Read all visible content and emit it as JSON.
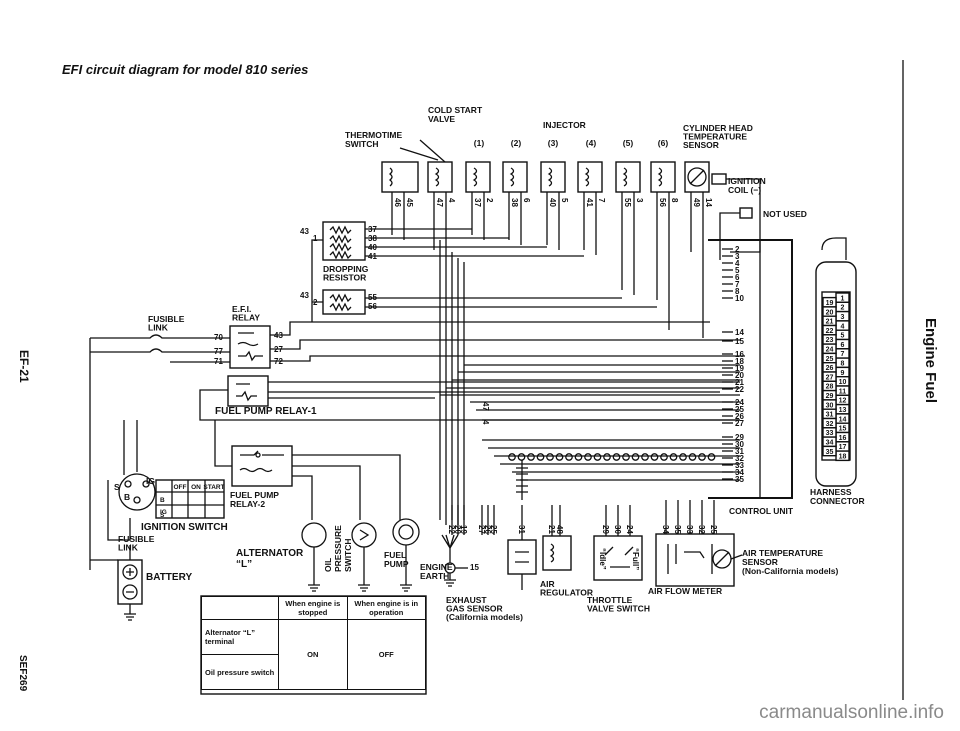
{
  "header": {
    "title": "EFI circuit diagram for model 810 series"
  },
  "side": {
    "page_tag": "EF-21",
    "section": "Engine Fuel",
    "figure_code": "SEF269"
  },
  "components": {
    "cold_start_valve": "COLD START\nVALVE",
    "thermotime_switch": "THERMOTIME\nSWITCH",
    "injector": "INJECTOR",
    "injector_numbers": [
      "(1)",
      "(2)",
      "(3)",
      "(4)",
      "(5)",
      "(6)"
    ],
    "cyl_head_sensor": "CYLINDER HEAD\nTEMPERATURE\nSENSOR",
    "ignition_coil": "IGNITION\nCOIL (−)",
    "not_used": "NOT USED",
    "dropping_resistor": "DROPPING\nRESISTOR",
    "fusible_link_top": "FUSIBLE\nLINK",
    "efi_relay": "E.F.I.\nRELAY",
    "fuel_pump_relay_1": "FUEL PUMP RELAY-1",
    "fuel_pump_relay_2": "FUEL PUMP\nRELAY-2",
    "ignition_switch": "IGNITION SWITCH",
    "fusible_link_bottom": "FUSIBLE\nLINK",
    "battery": "BATTERY",
    "alternator": "ALTERNATOR\n“L”",
    "oil_pressure_switch": "OIL\nPRESSURE\nSWITCH",
    "fuel_pump": "FUEL\nPUMP",
    "engine_earth": "ENGINE\nEARTH",
    "exhaust_gas_sensor": "EXHAUST\nGAS SENSOR\n(California models)",
    "air_regulator": "AIR\nREGULATOR",
    "throttle_valve_switch": "THROTTLE\nVALVE SWITCH",
    "idle": "“Idle”",
    "full": "“Full”",
    "air_flow_meter": "AIR FLOW METER",
    "air_temp_sensor": "AIR TEMPERATURE\nSENSOR\n(Non-California models)",
    "control_unit": "CONTROL UNIT",
    "harness_connector": "HARNESS\nCONNECTOR"
  },
  "ignition_switch_table": {
    "headers": [
      "OFF",
      "ON",
      "START"
    ],
    "rows": [
      "B",
      "IG",
      "S"
    ]
  },
  "pins": {
    "top_row": [
      "46",
      "45",
      "47",
      "4",
      "37",
      "2",
      "38",
      "6",
      "40",
      "5",
      "41",
      "7",
      "55",
      "3",
      "56",
      "8",
      "49",
      "14"
    ],
    "resistor1_side": "43",
    "resistor1_suffix": "1",
    "resistor1": [
      "37",
      "38",
      "40",
      "41"
    ],
    "resistor2_side": "43",
    "resistor2_suffix": "2",
    "resistor2": [
      "55",
      "56"
    ],
    "efi_relay_left": [
      "70",
      "77",
      "71"
    ],
    "efi_relay_right": [
      "43",
      "27",
      "72"
    ],
    "control_unit_right": [
      "2",
      "3",
      "4",
      "5",
      "6",
      "7",
      "8",
      "10",
      "14",
      "15",
      "16",
      "18",
      "19",
      "20",
      "21",
      "22",
      "24",
      "25",
      "26",
      "27",
      "29",
      "30",
      "31",
      "32",
      "33",
      "34",
      "35"
    ],
    "mid_47": "47",
    "mid_4": "4",
    "bottom_groups": [
      [
        "22",
        "20",
        "19"
      ],
      [
        "27",
        "26",
        "25"
      ],
      [
        "31"
      ],
      [
        "21",
        "48"
      ],
      [
        "29",
        "30",
        "24"
      ],
      [
        "34",
        "35",
        "33",
        "32",
        "25"
      ]
    ],
    "pin_15": "15",
    "ground_15": "15"
  },
  "connector_pins": {
    "left": [
      "19",
      "20",
      "21",
      "22",
      "23",
      "24",
      "25",
      "26",
      "27",
      "28",
      "29",
      "30",
      "31",
      "32",
      "33",
      "34",
      "35"
    ],
    "right": [
      "1",
      "2",
      "3",
      "4",
      "5",
      "6",
      "7",
      "8",
      "9",
      "10",
      "11",
      "12",
      "13",
      "14",
      "15",
      "16",
      "17",
      "18"
    ]
  },
  "status_table": {
    "col_headers": [
      "When engine is stopped",
      "When engine is in operation"
    ],
    "rows": [
      {
        "label": "Alternator “L” terminal"
      },
      {
        "label": "Oil pressure switch"
      }
    ],
    "values": [
      "ON",
      "OFF"
    ]
  },
  "watermark": "carmanualsonline.info"
}
